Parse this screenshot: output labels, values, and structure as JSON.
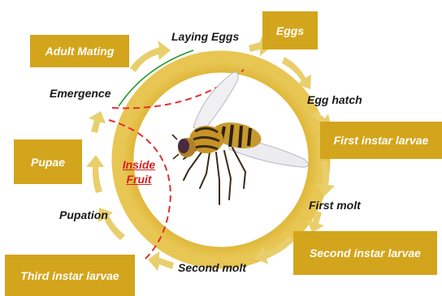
{
  "stages": {
    "adult_mating": "Adult Mating",
    "eggs": "Eggs",
    "first_instar": "First instar larvae",
    "pupae": "Pupae",
    "second_instar": "Second instar larvae",
    "third_instar": "Third instar larvae"
  },
  "transitions": {
    "laying_eggs": "Laying Eggs",
    "egg_hatch": "Egg hatch",
    "emergence": "Emergence",
    "first_molt": "First molt",
    "pupation": "Pupation",
    "second_molt": "Second molt"
  },
  "inside_fruit": {
    "line1": "Inside",
    "line2": "Fruit"
  },
  "colors": {
    "box": "#d3a51c",
    "ring": "#e2bc38",
    "arrow": "#e8cf6c",
    "dashed": "#e23030",
    "green_arc": "#1f9a2c"
  },
  "icons": {
    "center": "fruit-fly-icon"
  }
}
